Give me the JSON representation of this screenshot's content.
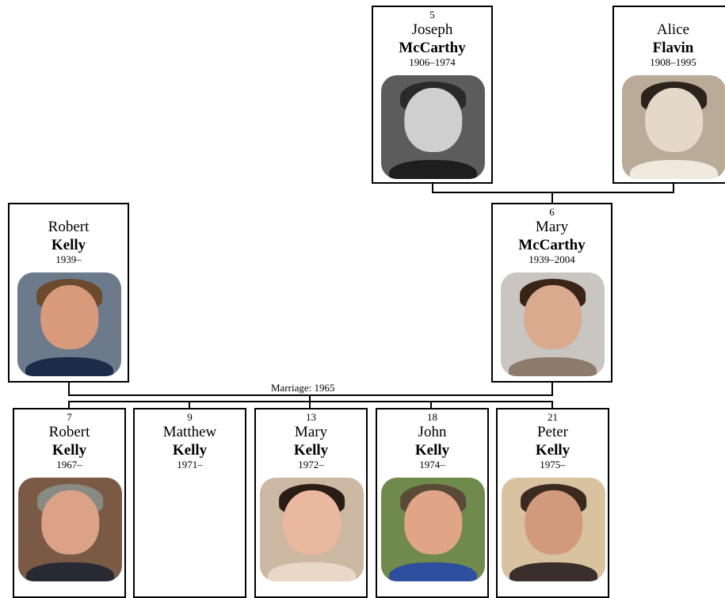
{
  "people": {
    "joseph": {
      "number": "5",
      "given": "Joseph",
      "surname": "McCarthy",
      "dates": "1906–1974",
      "photo": "portrait-photo",
      "photo_colors": {
        "bg": "#5c5c5c",
        "skin": "#cfcfcf",
        "hair": "#2a2a2a",
        "body": "#1e1e1e"
      }
    },
    "alice": {
      "number": "",
      "given": "Alice",
      "surname": "Flavin",
      "dates": "1908–1995",
      "photo": "portrait-photo",
      "photo_colors": {
        "bg": "#b9ab97",
        "skin": "#e4d9c8",
        "hair": "#2b231c",
        "body": "#efe8dc"
      }
    },
    "robert_sr": {
      "number": "",
      "given": "Robert",
      "surname": "Kelly",
      "dates": "1939–",
      "photo": "portrait-photo",
      "photo_colors": {
        "bg": "#6c7a8c",
        "skin": "#d89a7a",
        "hair": "#6b4a2e",
        "body": "#1c2b48"
      }
    },
    "mary_sr": {
      "number": "6",
      "given": "Mary",
      "surname": "McCarthy",
      "dates": "1939–2004",
      "photo": "portrait-photo",
      "photo_colors": {
        "bg": "#c9c6c2",
        "skin": "#d9aa8e",
        "hair": "#3a2418",
        "body": "#8c7a6a"
      }
    },
    "robert_jr": {
      "number": "7",
      "given": "Robert",
      "surname": "Kelly",
      "dates": "1967–",
      "photo": "portrait-photo",
      "photo_colors": {
        "bg": "#7a5a44",
        "skin": "#dba287",
        "hair": "#8a8a84",
        "body": "#272a33"
      }
    },
    "matthew": {
      "number": "9",
      "given": "Matthew",
      "surname": "Kelly",
      "dates": "1971–"
    },
    "mary_jr": {
      "number": "13",
      "given": "Mary",
      "surname": "Kelly",
      "dates": "1972–",
      "photo": "portrait-photo",
      "photo_colors": {
        "bg": "#cdb8a3",
        "skin": "#eab89e",
        "hair": "#2a1d16",
        "body": "#e9d8c8"
      }
    },
    "john": {
      "number": "18",
      "given": "John",
      "surname": "Kelly",
      "dates": "1974–",
      "photo": "portrait-photo",
      "photo_colors": {
        "bg": "#6f8a4a",
        "skin": "#e0a586",
        "hair": "#5b4a38",
        "body": "#2d4f9e"
      }
    },
    "peter": {
      "number": "21",
      "given": "Peter",
      "surname": "Kelly",
      "dates": "1975–",
      "photo": "portrait-photo",
      "photo_colors": {
        "bg": "#d8c2a0",
        "skin": "#d19a7c",
        "hair": "#3b2a20",
        "body": "#3a2f2a"
      }
    }
  },
  "marriage_label": "Marriage: 1965",
  "colors": {
    "border": "#000000",
    "background": "#ffffff"
  }
}
